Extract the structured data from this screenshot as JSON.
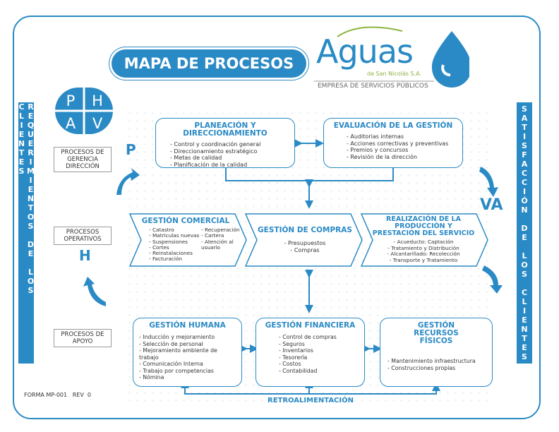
{
  "title": "MAPA DE PROCESOS",
  "logo": {
    "name": "Aguas",
    "sub": "de San Nicolás S.A.",
    "tagline": "EMPRESA DE SERVICIOS PÚBLICOS"
  },
  "left_bar": "REQUERIMIENTOS DE LOS CLIENTES",
  "right_bar": "SATISFACCIÓN DE LOS CLIENTES",
  "phva": [
    "P",
    "H",
    "A",
    "V"
  ],
  "levels": {
    "direccion": "PROCESOS DE GERENCIA DIRECCIÓN",
    "operativos": "PROCESOS OPERATIVOS",
    "apoyo": "PROCESOS DE APOYO"
  },
  "cycle_letters": {
    "p": "P",
    "h": "H",
    "va": "VA"
  },
  "strategic": [
    {
      "title": "PLANEACIÓN Y DIRECCIONAMIENTO",
      "items": [
        "- Control y coordinación general",
        "- Direccionamiento estratégico",
        "- Metas de calidad",
        "- Planificación de la calidad"
      ]
    },
    {
      "title": "EVALUACIÓN DE LA GESTIÓN",
      "items": [
        "- Auditorias internas",
        "- Acciones correctivas y preventivas",
        "- Premios y concursos",
        "- Revisión de la dirección"
      ]
    }
  ],
  "operative": [
    {
      "title": "GESTIÓN COMERCIAL",
      "items_left": [
        "- Catastro",
        "- Matrículas nuevas",
        "- Suspensiones",
        "- Cortes",
        "- Reinstalaciones",
        "- Facturación"
      ],
      "items_right": [
        "- Recuperación",
        "- Cartera",
        "- Atención al usuario"
      ]
    },
    {
      "title": "GESTIÓN DE COMPRAS",
      "items": [
        "- Presupuestos",
        "- Compras"
      ]
    },
    {
      "title": "REALIZACIÓN DE LA PRODUCCIÓN Y PRESTACIÓN DEL SERVICIO",
      "items": [
        "- Acueducto: Captación",
        "- Tratamiento y Distribución",
        "- Alcantarillado: Recolección",
        "- Transporte y Tratamiento"
      ]
    }
  ],
  "support": [
    {
      "title": "GESTIÓN HUMANA",
      "items": [
        "- Inducción y mejoramiento",
        "- Selección de personal",
        "- Mejoramiento ambiente de trabajo",
        "- Comunicación Interna",
        "- Trabajo por competencias",
        "- Nómina"
      ]
    },
    {
      "title": "GESTIÓN FINANCIERA",
      "items": [
        "- Control de compras",
        "- Seguros",
        "- Inventarios",
        "- Tesorería",
        "- Costos",
        "- Contabilidad"
      ]
    },
    {
      "title": "GESTIÓN RECURSOS FÍSICOS",
      "items": [
        "- Mantenimiento infraestructura",
        "- Construcciones propias"
      ]
    }
  ],
  "feedback": "RETROALIMENTACIÓN",
  "form_code": "FORMA MP-001   REV  0",
  "colors": {
    "primary": "#2a8ac5",
    "green": "#8cb33f"
  }
}
